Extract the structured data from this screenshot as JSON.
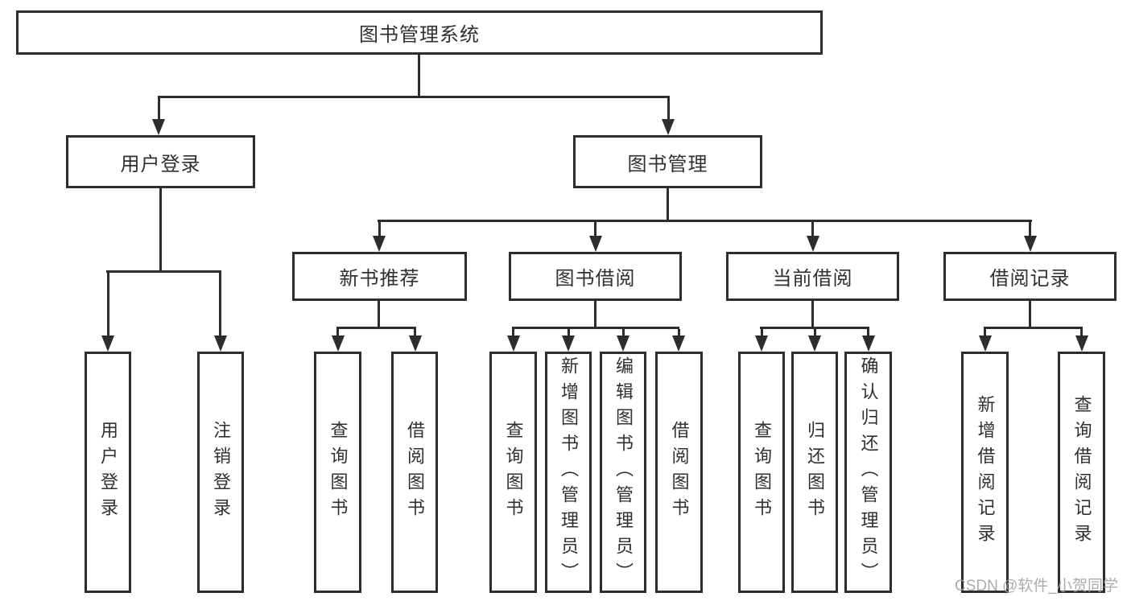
{
  "diagram": {
    "root": "图书管理系统",
    "branches": {
      "userLogin": {
        "label": "用户登录",
        "leaves": [
          "用户登录",
          "注销登录"
        ]
      },
      "bookMgmt": {
        "label": "图书管理",
        "groups": [
          {
            "label": "新书推荐",
            "leaves": [
              "查询图书",
              "借阅图书"
            ]
          },
          {
            "label": "图书借阅",
            "leaves": [
              "查询图书",
              "新增图书（管理员）",
              "编辑图书（管理员）",
              "借阅图书"
            ]
          },
          {
            "label": "当前借阅",
            "leaves": [
              "查询图书",
              "归还图书",
              "确认归还（管理员）"
            ]
          },
          {
            "label": "借阅记录",
            "leaves": [
              "新增借阅记录",
              "查询借阅记录"
            ]
          }
        ]
      }
    }
  },
  "watermark": {
    "text": "CSDN @软件_小贺同学",
    "color": "#9e9e9e"
  },
  "colors": {
    "line": "#2d2d2d",
    "text": "#303030",
    "background": "#ffffff"
  }
}
